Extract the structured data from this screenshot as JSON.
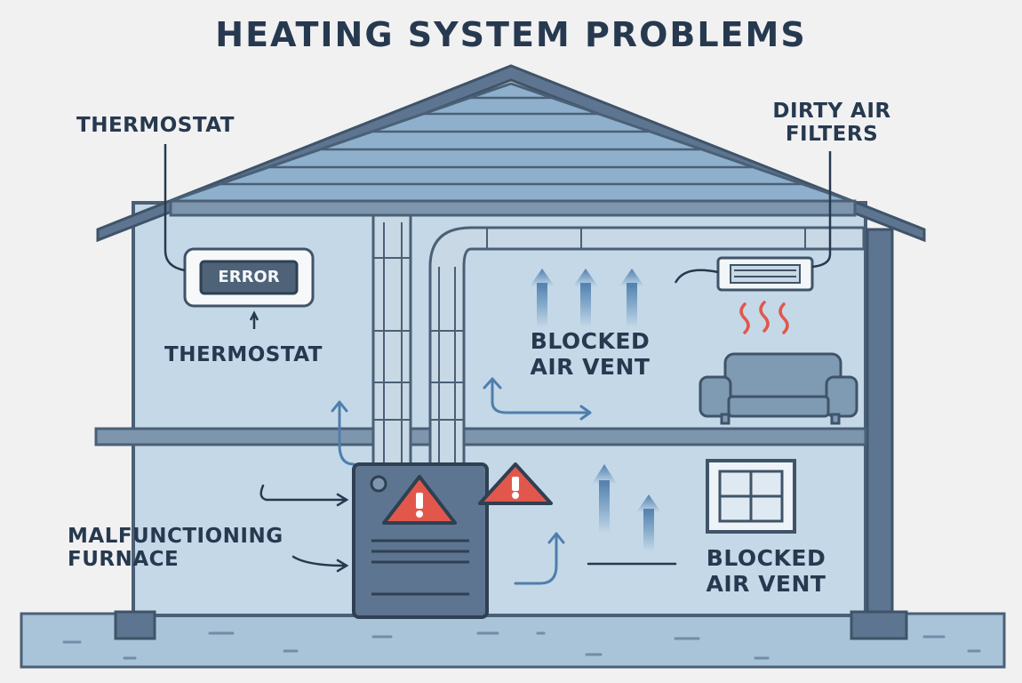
{
  "title": "HEATING SYSTEM PROBLEMS",
  "labels": {
    "thermostat_top": "THERMOSTAT",
    "thermostat_bottom": "THERMOSTAT",
    "thermostat_display": "ERROR",
    "dirty_filters_line1": "DIRTY AIR",
    "dirty_filters_line2": "FILTERS",
    "blocked_vent_upper_line1": "BLOCKED",
    "blocked_vent_upper_line2": "AIR VENT",
    "furnace_line1": "MALFUNCTIONING",
    "furnace_line2": "FURNACE",
    "blocked_vent_lower_line1": "BLOCKED",
    "blocked_vent_lower_line2": "AIR VENT"
  },
  "colors": {
    "outline": "#4a6076",
    "wall": "#c4d8e8",
    "roof": "#8fb0cc",
    "duct": "#c8d8e4",
    "alert": "#e2574c",
    "arrow": "#6a95bd",
    "text": "#26394f",
    "ground": "#a9c3d8"
  },
  "icons": [
    "warning-icon",
    "heat-waves-icon",
    "armchair-icon",
    "window-icon",
    "air-filter-icon",
    "thermostat-icon"
  ]
}
